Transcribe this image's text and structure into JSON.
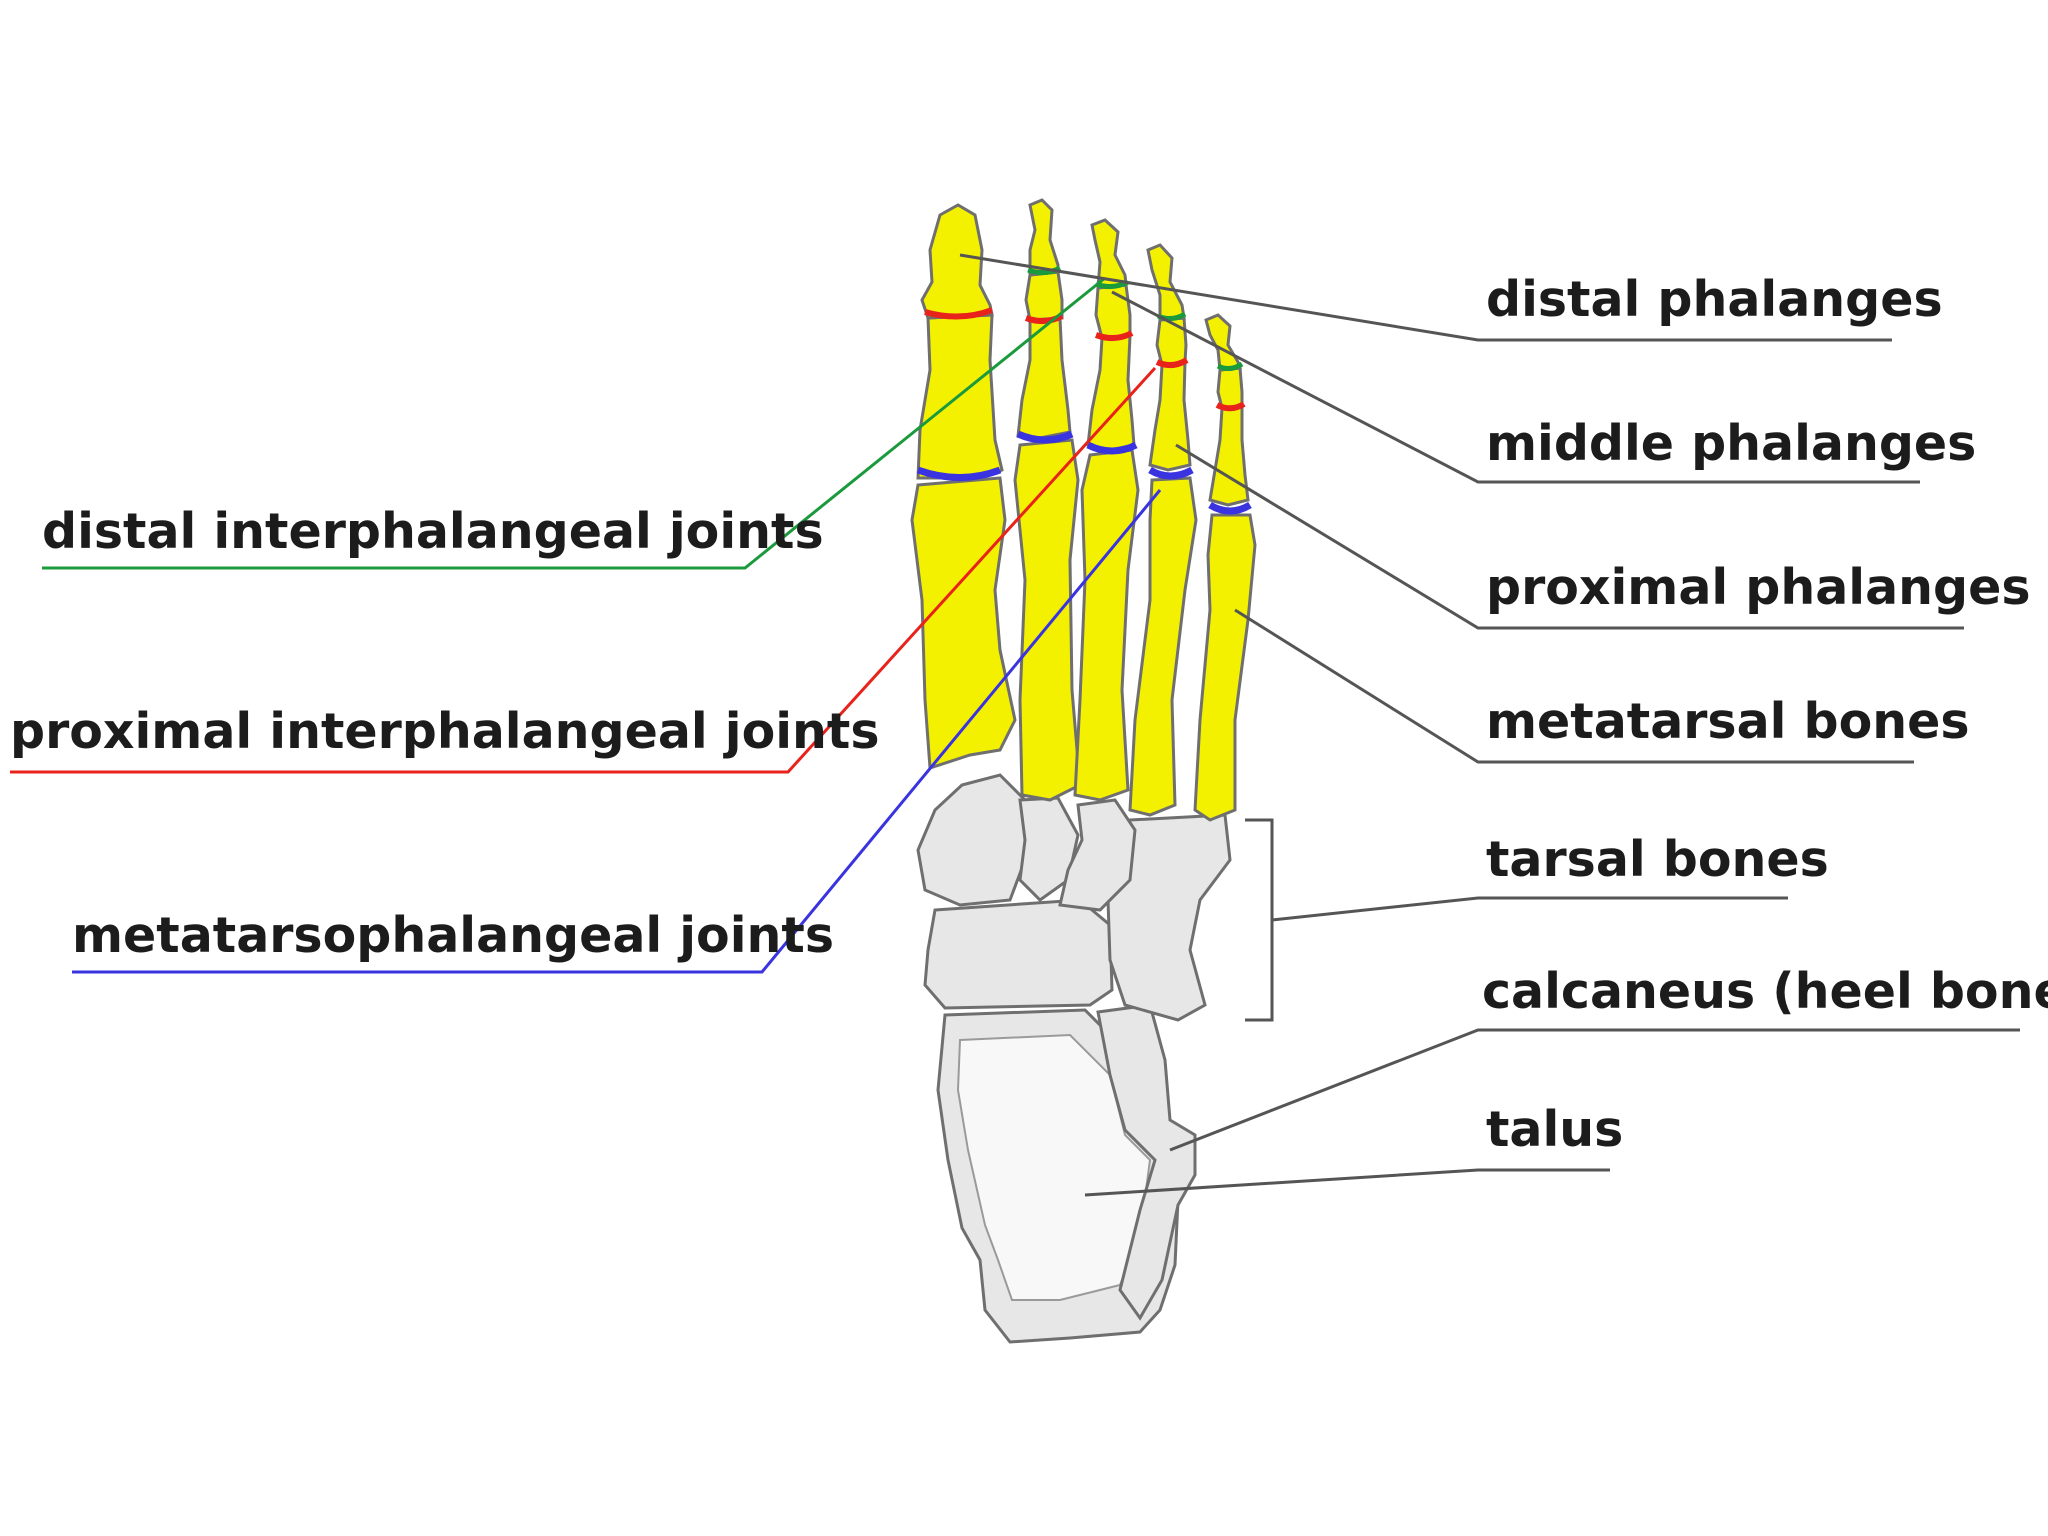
{
  "colors": {
    "phalanx_bone": "#f4f100",
    "tarsal_bone": "#e7e7e7",
    "outline": "#6f6f6f",
    "distal_joint": "#1a9a3c",
    "proximal_joint": "#e8231c",
    "metatarsophalangeal_joint": "#3a33e0",
    "label_text": "#1c1c1c",
    "right_leader": "#555555"
  },
  "labels": {
    "left": {
      "distal_interphalangeal": "distal interphalangeal joints",
      "proximal_interphalangeal": "proximal interphalangeal joints",
      "metatarsophalangeal": "metatarsophalangeal joints"
    },
    "right": {
      "distal_phalanges": "distal phalanges",
      "middle_phalanges": "middle phalanges",
      "proximal_phalanges": "proximal phalanges",
      "metatarsal_bones": "metatarsal bones",
      "tarsal_bones": "tarsal bones",
      "calcaneus": "calcaneus (heel bone)",
      "talus": "talus"
    }
  }
}
